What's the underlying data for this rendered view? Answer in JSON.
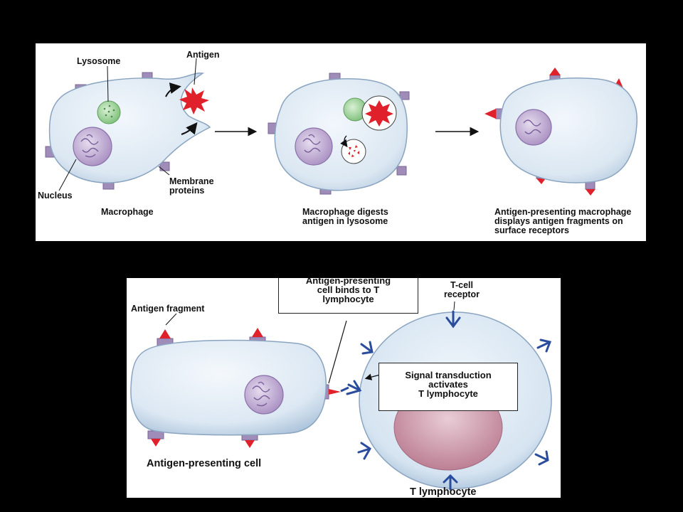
{
  "top_panel": {
    "stage1": {
      "lysosome": "Lysosome",
      "antigen": "Antigen",
      "nucleus": "Nucleus",
      "membrane_proteins": "Membrane\nproteins",
      "caption": "Macrophage"
    },
    "stage2": {
      "caption": "Macrophage digests\nantigen in lysosome"
    },
    "stage3": {
      "caption": "Antigen-presenting macrophage\ndisplays antigen fragments on\nsurface receptors"
    }
  },
  "bottom_panel": {
    "antigen_fragment": "Antigen fragment",
    "binds_box": "Antigen-presenting\ncell binds to T\nlymphocyte",
    "tcell_receptor": "T-cell\nreceptor",
    "signal_box": "Signal transduction\nactivates\nT lymphocyte",
    "apc_caption": "Antigen-presenting cell",
    "tlymph_caption": "T lymphocyte"
  },
  "colors": {
    "cell_fill": "#dfeaf4",
    "nucleus": "#c9b6d8",
    "membrane_protein": "#a08cb8",
    "antigen_red": "#e0202a",
    "receptor_blue": "#2a4c9c",
    "lysosome_green": "#9fd49a"
  }
}
